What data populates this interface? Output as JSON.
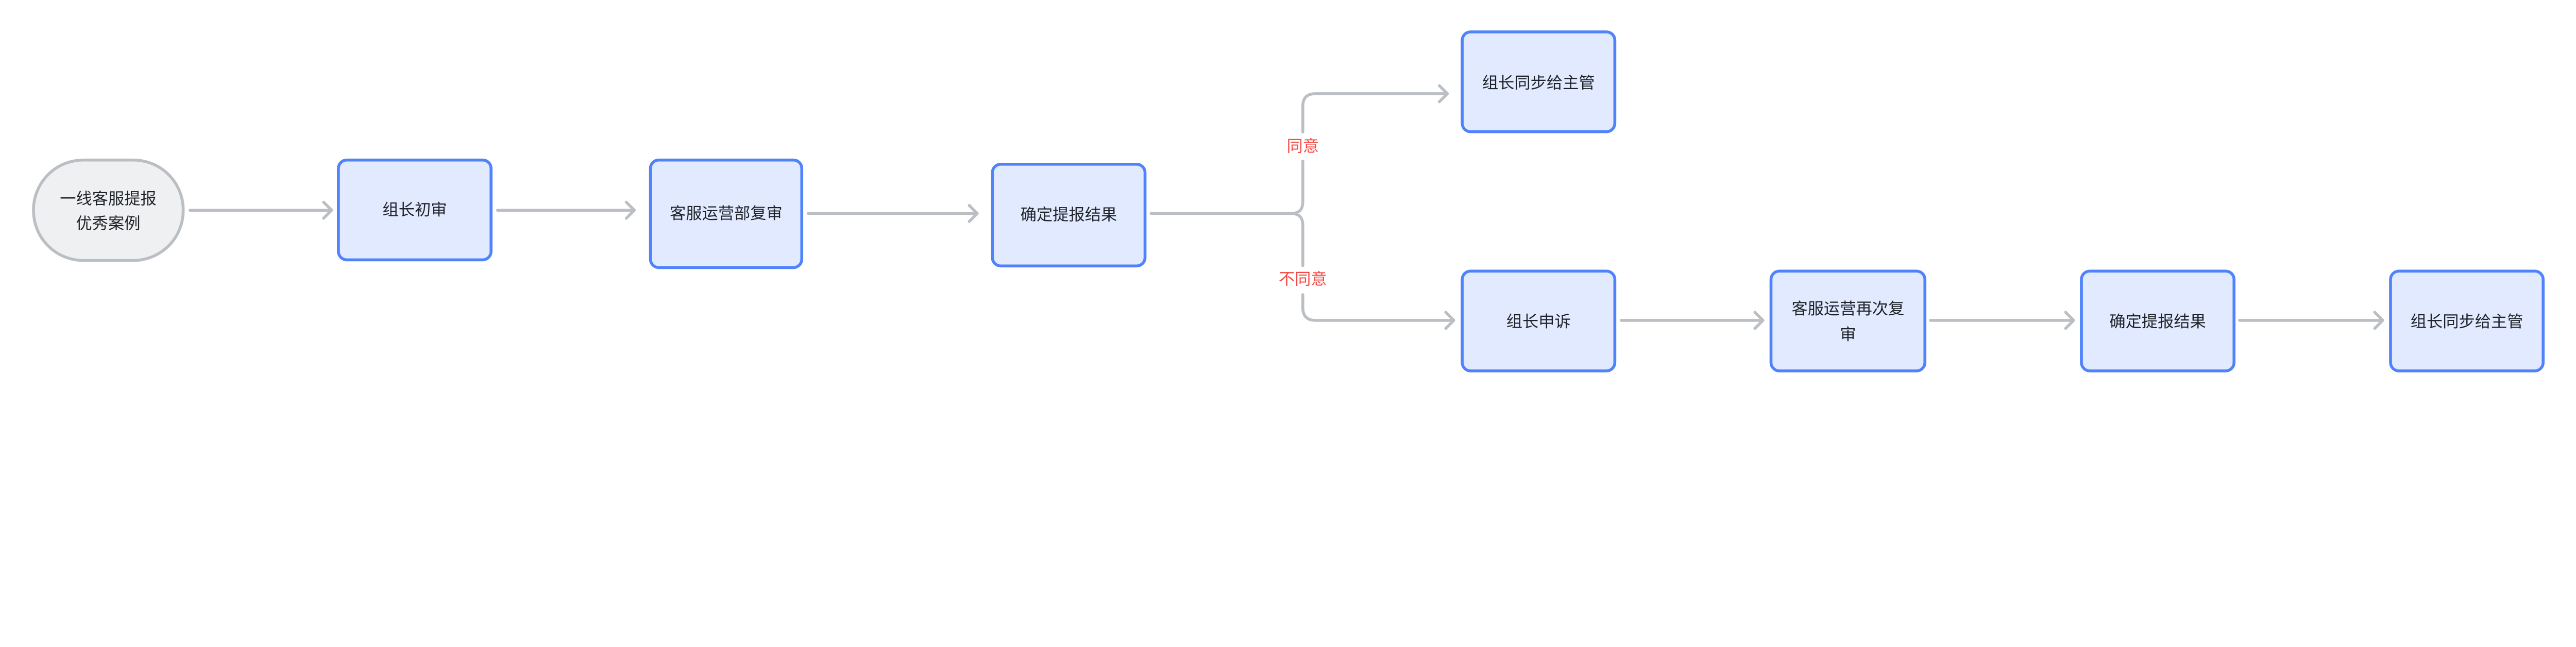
{
  "colors": {
    "node_fill": "#e1eaff",
    "node_border": "#5083fb",
    "start_fill": "#eff0f1",
    "start_border": "#bbbfc4",
    "edge": "#bbbfc4",
    "edge_label": "#f54a45",
    "text": "#1f2329"
  },
  "nodes": {
    "start": {
      "lines": [
        "一线客服提报",
        "优秀案例"
      ],
      "shape": "stadium"
    },
    "leader_first_review": {
      "lines": [
        "组长初审"
      ]
    },
    "ops_second_review": {
      "lines": [
        "客服运营部复审"
      ]
    },
    "confirm_result_1": {
      "lines": [
        "确定提报结果"
      ]
    },
    "leader_sync_1": {
      "lines": [
        "组长同步给主管"
      ]
    },
    "leader_appeal": {
      "lines": [
        "组长申诉"
      ]
    },
    "ops_re_review": {
      "lines": [
        "客服运营再次复",
        "审"
      ]
    },
    "confirm_result_2": {
      "lines": [
        "确定提报结果"
      ]
    },
    "leader_sync_2": {
      "lines": [
        "组长同步给主管"
      ]
    }
  },
  "edge_labels": {
    "agree": "同意",
    "disagree": "不同意"
  }
}
